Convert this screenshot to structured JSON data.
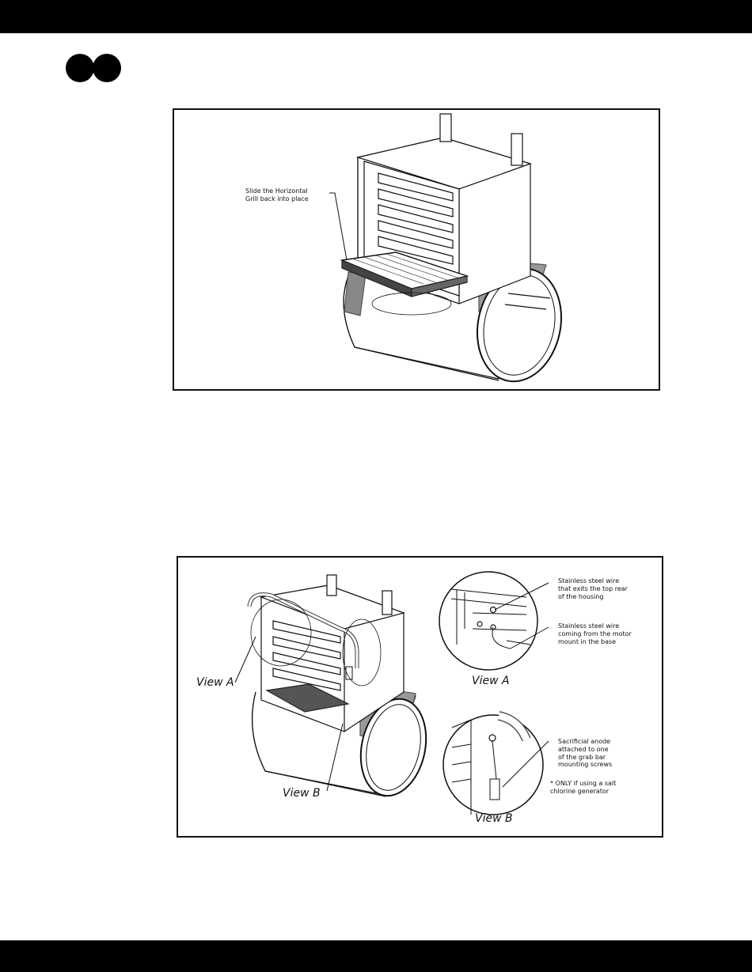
{
  "page": {
    "background": "#ffffff",
    "band_color": "#000000"
  },
  "markers": {
    "count": 2,
    "color": "#000000"
  },
  "figure1": {
    "callout": "Slide the Horizontal\nGrill back into place"
  },
  "figure2": {
    "view_a_label": "View A",
    "view_b_label": "View B",
    "inset_a_title": "View A",
    "inset_b_title": "View B",
    "wire_top_note": "Stainless steel wire\nthat exits the top rear\nof the housing",
    "wire_base_note": "Stainless steel wire\ncoming from the motor\nmount in the base",
    "anode_note": "Sacrificial anode\nattached to one\nof the grab bar\nmounting screws",
    "salt_note": "* ONLY if using a salt\nchlorine generator"
  }
}
